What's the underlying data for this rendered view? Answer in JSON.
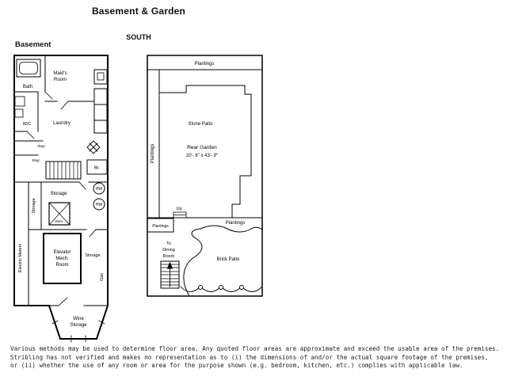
{
  "title": "Basement & Garden",
  "compass": "SOUTH",
  "basement": {
    "plan_label": "Basement",
    "labels": {
      "maids_room_line1": "Maid's",
      "maids_room_line2": "Room",
      "bath": "Bath",
      "wc": "W/C",
      "laundry": "Laundry",
      "step_upper": "Step",
      "step_lower": "Step",
      "boiler": "Blr.",
      "hw_upper": "HW",
      "hw_lower": "HW",
      "storage_center": "Storage",
      "storage_left": "Storage",
      "storage_right": "Storage",
      "elevator_abbrev": "Elev.",
      "elevator_mech_line1": "Elevator",
      "elevator_mech_line2": "Mech.",
      "elevator_mech_line3": "Room",
      "electric_meters": "Electric Meters",
      "gas": "Gas",
      "wine_storage_line1": "Wine",
      "wine_storage_line2": "Storage"
    }
  },
  "garden": {
    "labels": {
      "plantings_top": "Plantings",
      "plantings_left": "Plantings",
      "plantings_mid": "Plantings",
      "plantings_box": "Plantings",
      "stone_patio": "Stone Patio",
      "rear_garden": "Rear Garden",
      "rear_garden_dims": "20'- 6\" x 43'- 9\"",
      "up": "Up",
      "to_dining_line1": "To",
      "to_dining_line2": "Dining",
      "to_dining_line3": "Room",
      "brick_patio": "Brick Patio"
    }
  },
  "disclaimer": {
    "line1": "Various methods may be used to determine floor area.  Any quoted floor areas are approximate and exceed the usable area of the premises.",
    "line2": "Stribling has not verified and makes no representation as to (i) the dimensions of and/or the actual square footage of the premises,",
    "line3": "or (ii) whether the use of any room or area for the purpose shown (e.g. bedroom, kitchen, etc.) complies with applicable law."
  }
}
